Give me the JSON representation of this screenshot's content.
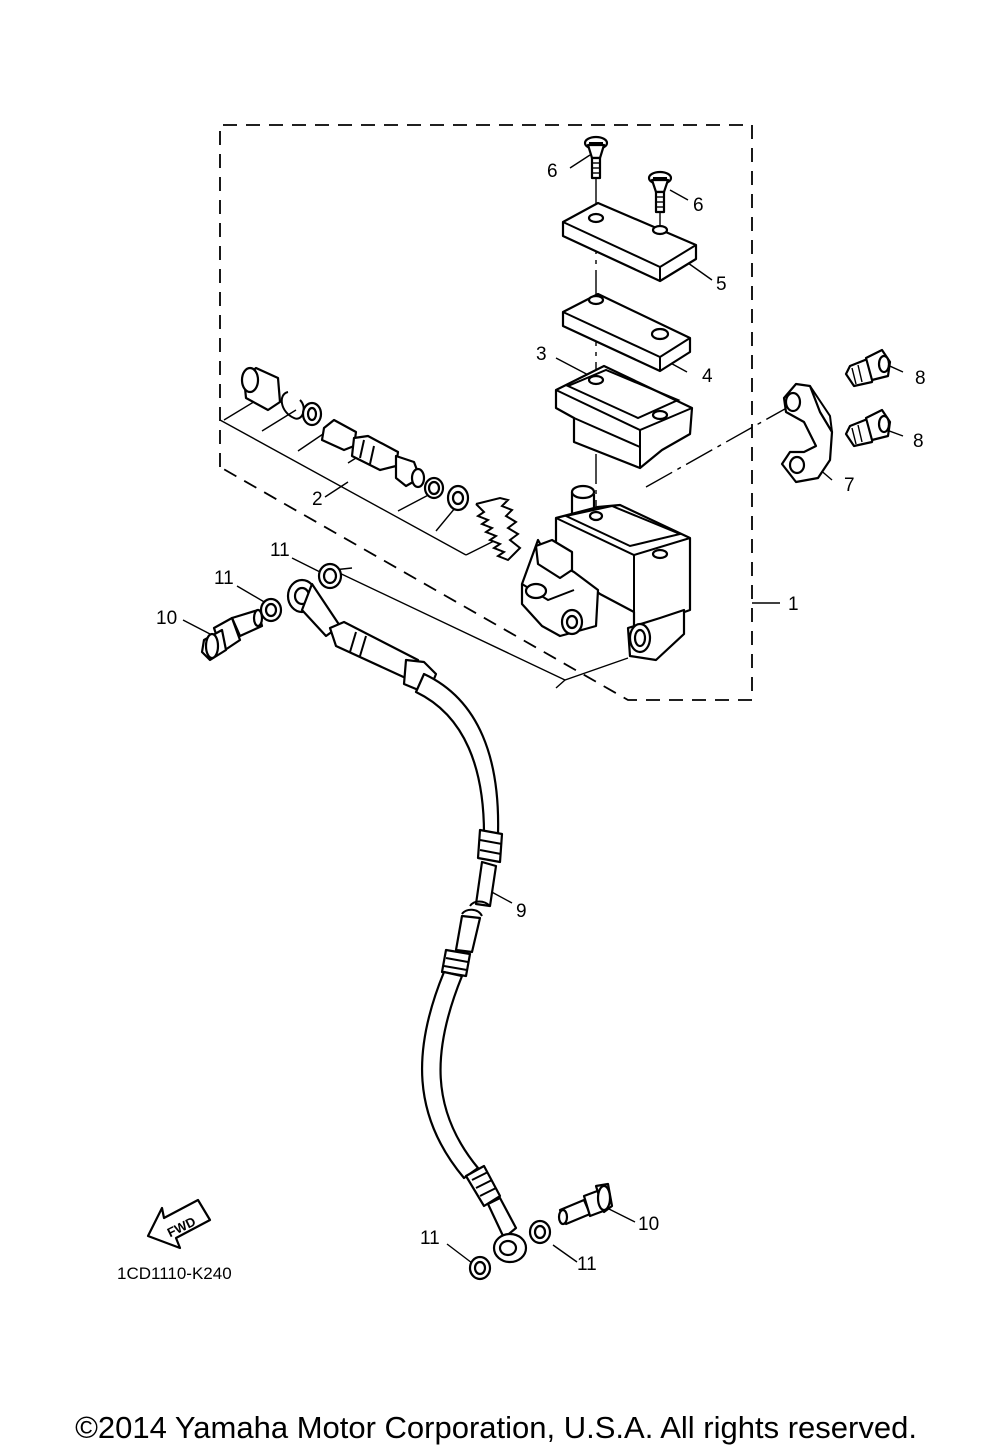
{
  "callouts": {
    "c1": "1",
    "c2": "2",
    "c3": "3",
    "c4": "4",
    "c5": "5",
    "c6a": "6",
    "c6b": "6",
    "c7": "7",
    "c8a": "8",
    "c8b": "8",
    "c9": "9",
    "c10a": "10",
    "c10b": "10",
    "c11a": "11",
    "c11b": "11",
    "c11c": "11",
    "c11d": "11"
  },
  "fwd_label": "FWD",
  "reference_code": "1CD1110-K240",
  "copyright": "©2014 Yamaha Motor Corporation, U.S.A. All rights reserved."
}
